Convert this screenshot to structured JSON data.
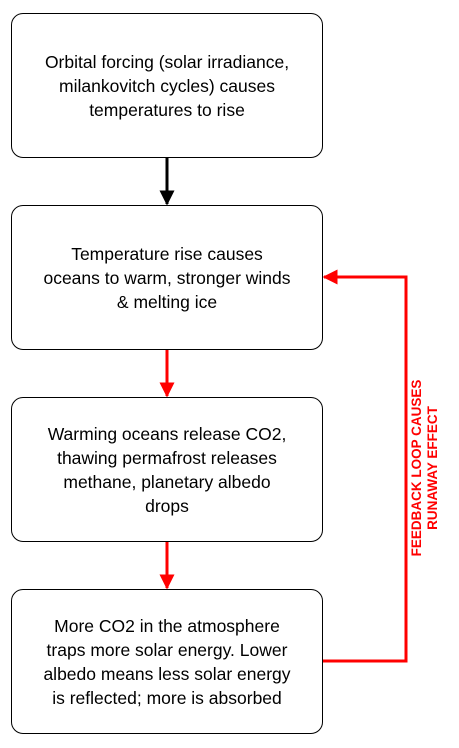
{
  "colors": {
    "box_border": "#000000",
    "arrow_black": "#000000",
    "arrow_red": "#ff0000",
    "feedback_text": "#ff0000"
  },
  "boxes": [
    {
      "text": "Orbital forcing (solar irradiance,\nmilankovitch cycles) causes\ntemperatures to rise"
    },
    {
      "text": "Temperature rise causes\noceans to warm, stronger winds\n& melting ice"
    },
    {
      "text": "Warming oceans release CO2,\nthawing permafrost releases\nmethane, planetary albedo\ndrops"
    },
    {
      "text": "More CO2 in the atmosphere\ntraps more solar energy.  Lower\nalbedo means less solar energy\nis reflected; more is absorbed"
    }
  ],
  "feedback": {
    "label": "FEEDBACK LOOP CAUSES\nRUNAWAY EFFECT"
  }
}
